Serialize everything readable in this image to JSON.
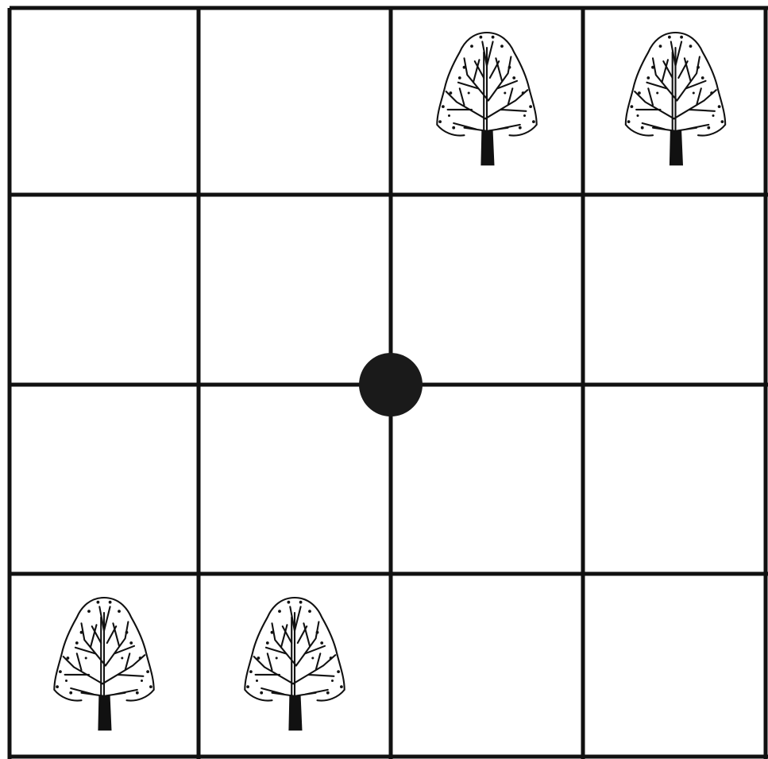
{
  "grid": {
    "rows": 4,
    "cols": 4,
    "line_color": "#111111",
    "background": "#ffffff"
  },
  "trees": [
    {
      "icon": "tree-icon",
      "row": 0,
      "col": 2
    },
    {
      "icon": "tree-icon",
      "row": 0,
      "col": 3
    },
    {
      "icon": "tree-icon",
      "row": 3,
      "col": 0
    },
    {
      "icon": "tree-icon",
      "row": 3,
      "col": 1
    }
  ],
  "marker": {
    "icon": "dot-marker",
    "at_grid_intersection": {
      "row_line": 2,
      "col_line": 2
    },
    "color": "#1a1a1a"
  }
}
